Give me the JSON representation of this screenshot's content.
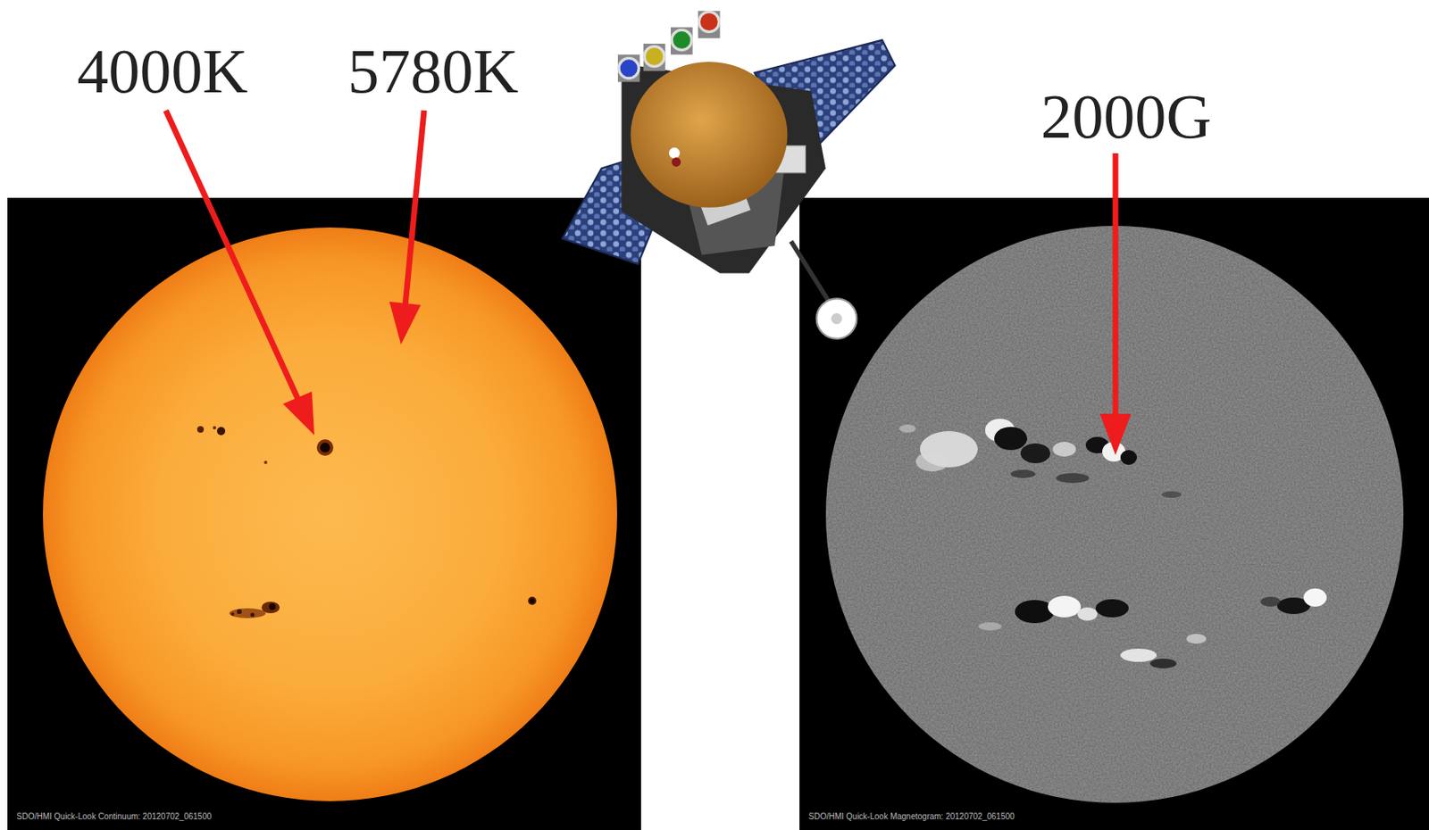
{
  "diagram": {
    "labels": [
      "4000K",
      "5780K",
      "2000G",
      "SDO/HMI Quick-Look Continuum: 20120702_061500",
      "SDO/HMI Quick-Look Magnetogram: 20120702_061500"
    ]
  }
}
